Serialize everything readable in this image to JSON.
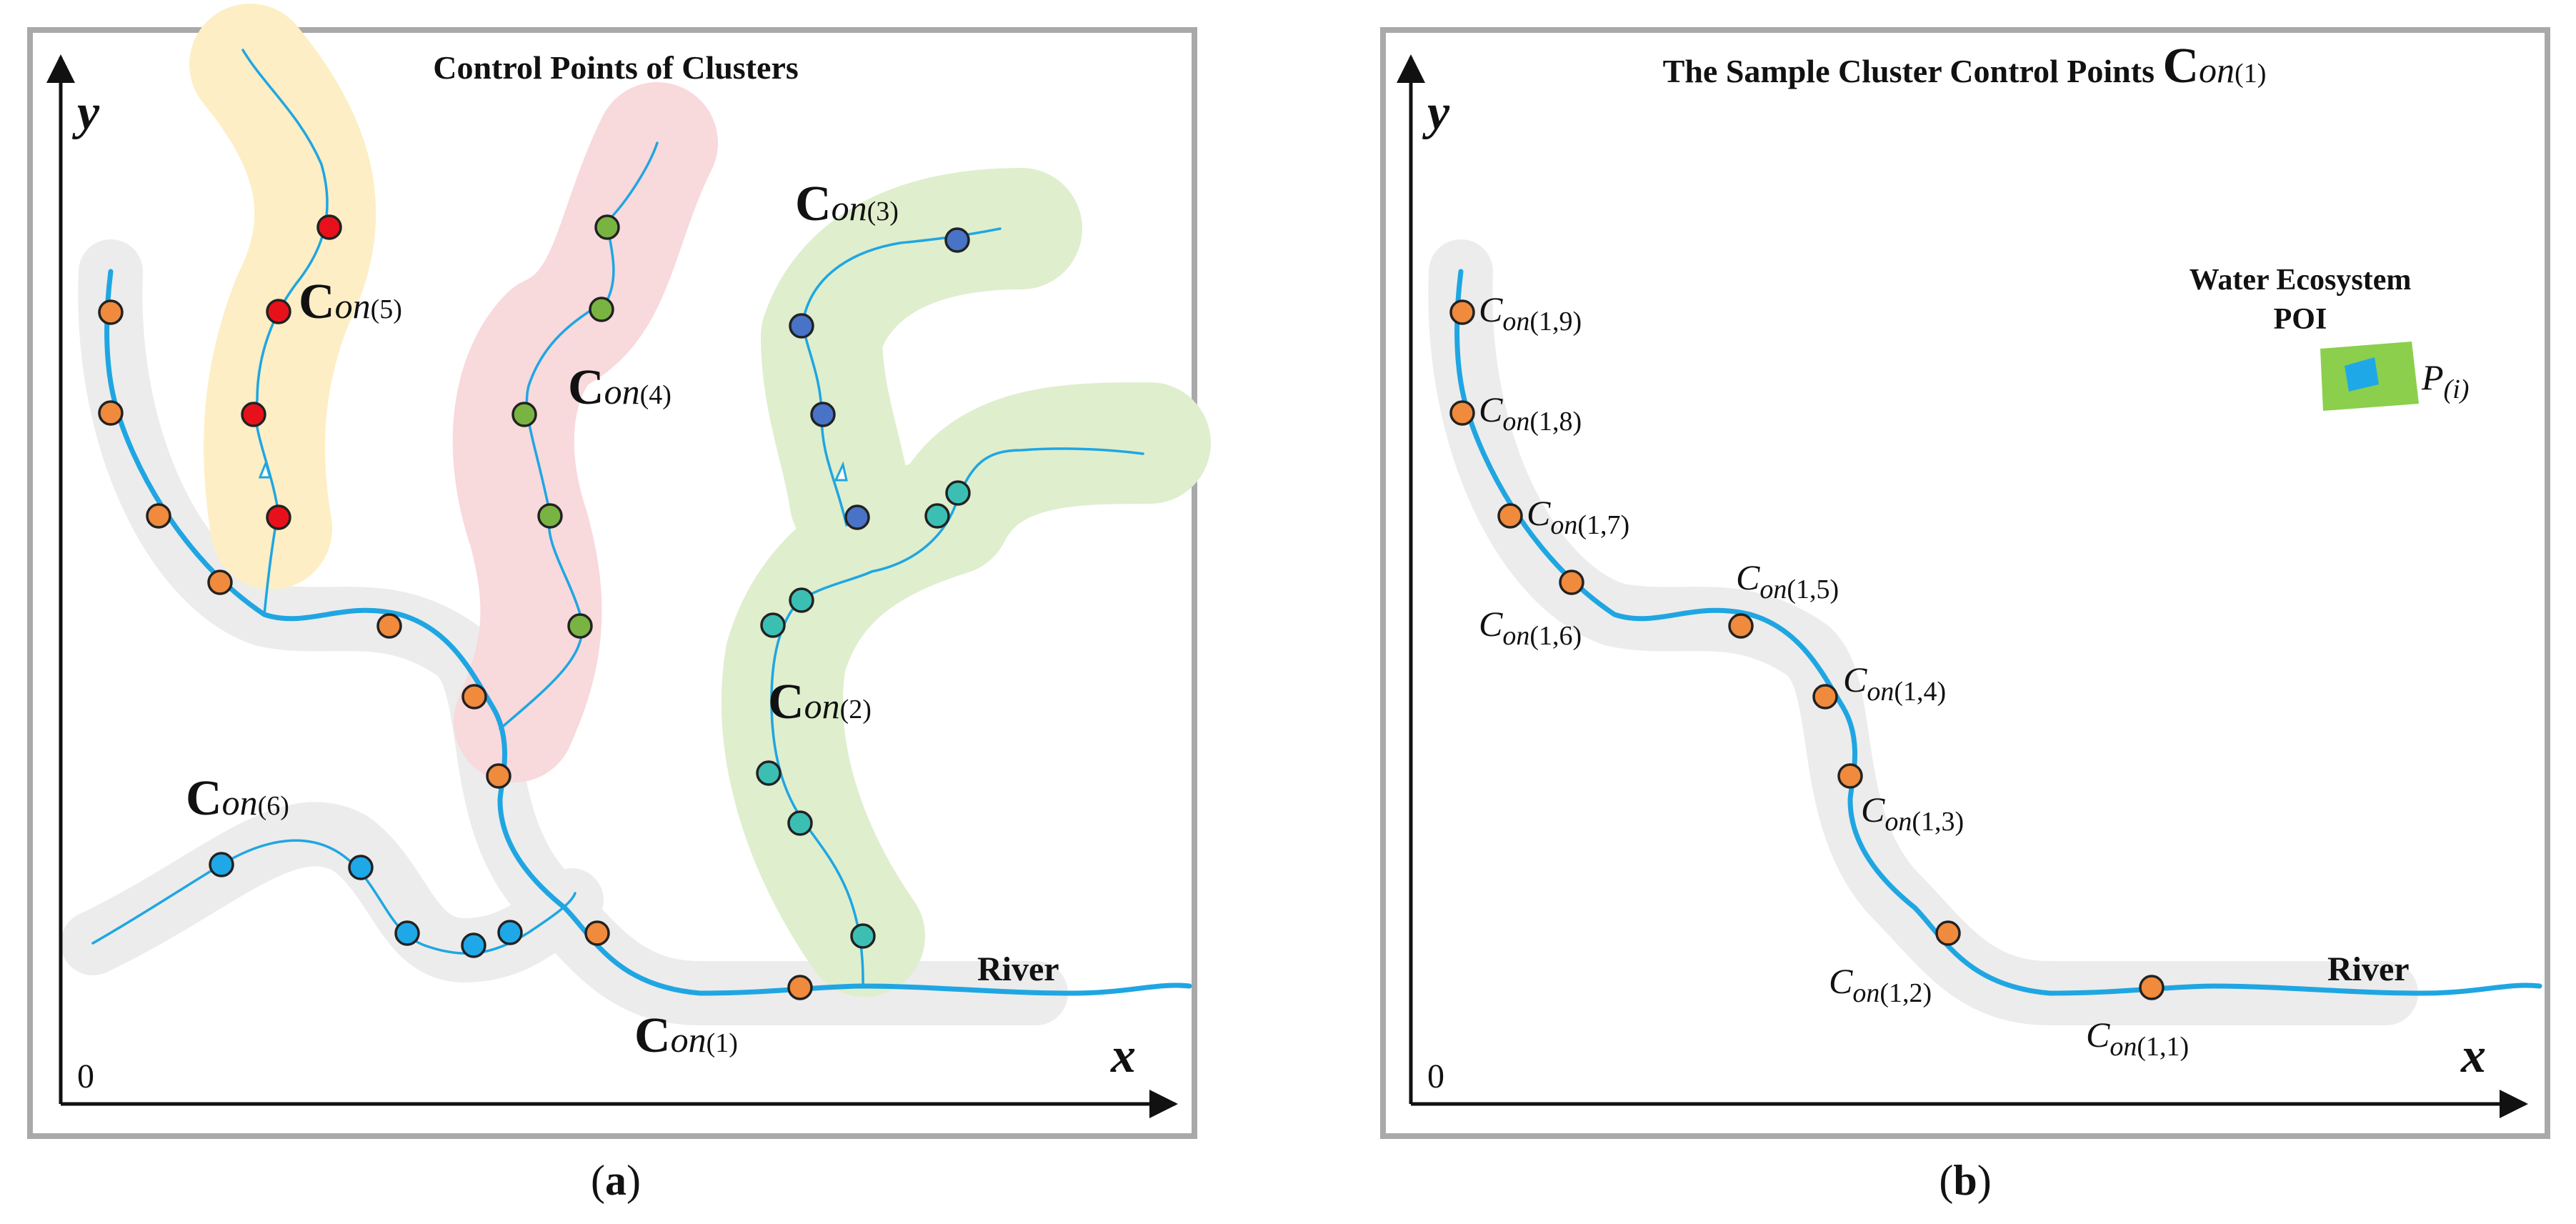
{
  "panel_a": {
    "title": "Control Points of Clusters",
    "y_label": "y",
    "x_label": "x",
    "origin_label": "0",
    "river_label": "River",
    "caption_open": "(",
    "caption_letter": "a",
    "caption_close": ")",
    "clusters": [
      {
        "id": "con1",
        "bold": "C",
        "italic": "on",
        "sub": "(1)",
        "color": "#f08a3c"
      },
      {
        "id": "con2",
        "bold": "C",
        "italic": "on",
        "sub": "(2)",
        "color": "#3bbfb3"
      },
      {
        "id": "con3",
        "bold": "C",
        "italic": "on",
        "sub": "(3)",
        "color": "#4873c7"
      },
      {
        "id": "con4",
        "bold": "C",
        "italic": "on",
        "sub": "(4)",
        "color": "#79b443"
      },
      {
        "id": "con5",
        "bold": "C",
        "italic": "on",
        "sub": "(5)",
        "color": "#e8111b"
      },
      {
        "id": "con6",
        "bold": "C",
        "italic": "on",
        "sub": "(6)",
        "color": "#1fa8e8"
      }
    ]
  },
  "panel_b": {
    "title": "The Sample Cluster Control Points ",
    "title_bold": "C",
    "title_italic": "on",
    "title_sub": "(1)",
    "y_label": "y",
    "x_label": "x",
    "origin_label": "0",
    "river_label": "River",
    "poi_line1": "Water Ecosystem",
    "poi_line2": "POI",
    "poi_point_italic": "P",
    "poi_point_sub": "(i)",
    "caption_open": "(",
    "caption_letter": "b",
    "caption_close": ")",
    "points": [
      {
        "italic": "C",
        "sub_italic": "on",
        "sub": "(1,1)"
      },
      {
        "italic": "C",
        "sub_italic": "on",
        "sub": "(1,2)"
      },
      {
        "italic": "C",
        "sub_italic": "on",
        "sub": "(1,3)"
      },
      {
        "italic": "C",
        "sub_italic": "on",
        "sub": "(1,4)"
      },
      {
        "italic": "C",
        "sub_italic": "on",
        "sub": "(1,5)"
      },
      {
        "italic": "C",
        "sub_italic": "on",
        "sub": "(1,6)"
      },
      {
        "italic": "C",
        "sub_italic": "on",
        "sub": "(1,7)"
      },
      {
        "italic": "C",
        "sub_italic": "on",
        "sub": "(1,8)"
      },
      {
        "italic": "C",
        "sub_italic": "on",
        "sub": "(1,9)"
      }
    ],
    "colors": {
      "point": "#f08a3c",
      "poi_land": "#8bcf4c",
      "poi_water": "#1fa8e8"
    }
  }
}
